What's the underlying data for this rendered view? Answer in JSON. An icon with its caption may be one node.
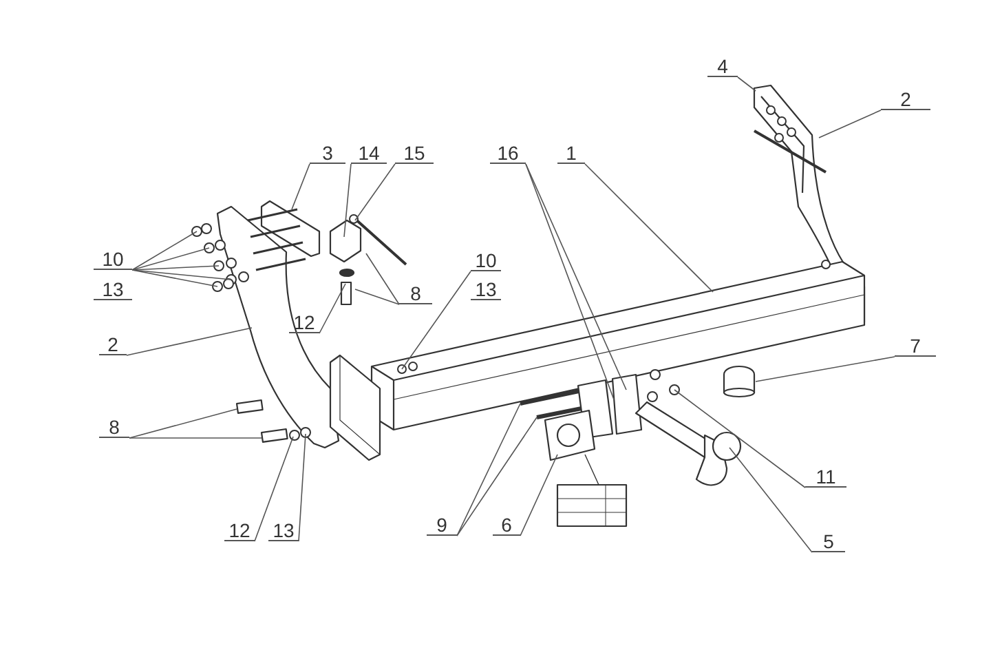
{
  "diagram": {
    "nodes": [
      {
        "text": [
          "4"
        ]
      },
      {
        "text": [
          "2"
        ]
      },
      {
        "text": [
          "3"
        ]
      },
      {
        "text": [
          "14"
        ]
      },
      {
        "text": [
          "15"
        ]
      },
      {
        "text": [
          "16"
        ]
      },
      {
        "text": [
          "1"
        ]
      },
      {
        "text": [
          "10"
        ]
      },
      {
        "text": [
          "13"
        ]
      },
      {
        "text": [
          "10"
        ]
      },
      {
        "text": [
          "13"
        ]
      },
      {
        "text": [
          "8"
        ]
      },
      {
        "text": [
          "12"
        ]
      },
      {
        "text": [
          "2"
        ]
      },
      {
        "text": [
          "7"
        ]
      },
      {
        "text": [
          "8"
        ]
      },
      {
        "text": [
          "11"
        ]
      },
      {
        "text": [
          "12"
        ]
      },
      {
        "text": [
          "13"
        ]
      },
      {
        "text": [
          "9"
        ]
      },
      {
        "text": [
          "6"
        ]
      },
      {
        "text": [
          "5"
        ]
      },
      {
        "text": [],
        "shape": "cylinder"
      }
    ],
    "edges": [
      {
        "from": 0,
        "to": null,
        "arrow": "none"
      },
      {
        "from": 1,
        "to": null,
        "arrow": "none"
      },
      {
        "from": 2,
        "to": null,
        "arrow": "none"
      },
      {
        "from": 3,
        "to": null,
        "arrow": "none"
      },
      {
        "from": 4,
        "to": null,
        "arrow": "none"
      },
      {
        "from": 5,
        "to": null,
        "arrow": "none"
      },
      {
        "from": 5,
        "to": null,
        "arrow": "none"
      },
      {
        "from": 6,
        "to": null,
        "arrow": "none"
      },
      {
        "from": 7,
        "to": null,
        "arrow": "none"
      },
      {
        "from": 7,
        "to": null,
        "arrow": "none"
      },
      {
        "from": 7,
        "to": null,
        "arrow": "none"
      },
      {
        "from": 7,
        "to": null,
        "arrow": "none"
      },
      {
        "from": 7,
        "to": null,
        "arrow": "none"
      },
      {
        "from": 9,
        "to": null,
        "arrow": "none"
      },
      {
        "from": 11,
        "to": null,
        "arrow": "none"
      },
      {
        "from": 11,
        "to": null,
        "arrow": "none"
      },
      {
        "from": 12,
        "to": null,
        "arrow": "none"
      },
      {
        "from": 13,
        "to": null,
        "arrow": "none"
      },
      {
        "from": 14,
        "to": 22,
        "arrow": "none"
      },
      {
        "from": 15,
        "to": null,
        "arrow": "none"
      },
      {
        "from": 15,
        "to": null,
        "arrow": "none"
      },
      {
        "from": 16,
        "to": null,
        "arrow": "none"
      },
      {
        "from": 17,
        "to": null,
        "arrow": "none"
      },
      {
        "from": 18,
        "to": null,
        "arrow": "none"
      },
      {
        "from": 19,
        "to": null,
        "arrow": "none"
      },
      {
        "from": 19,
        "to": null,
        "arrow": "none"
      },
      {
        "from": 20,
        "to": null,
        "arrow": "none"
      },
      {
        "from": 21,
        "to": null,
        "arrow": "none"
      }
    ]
  }
}
